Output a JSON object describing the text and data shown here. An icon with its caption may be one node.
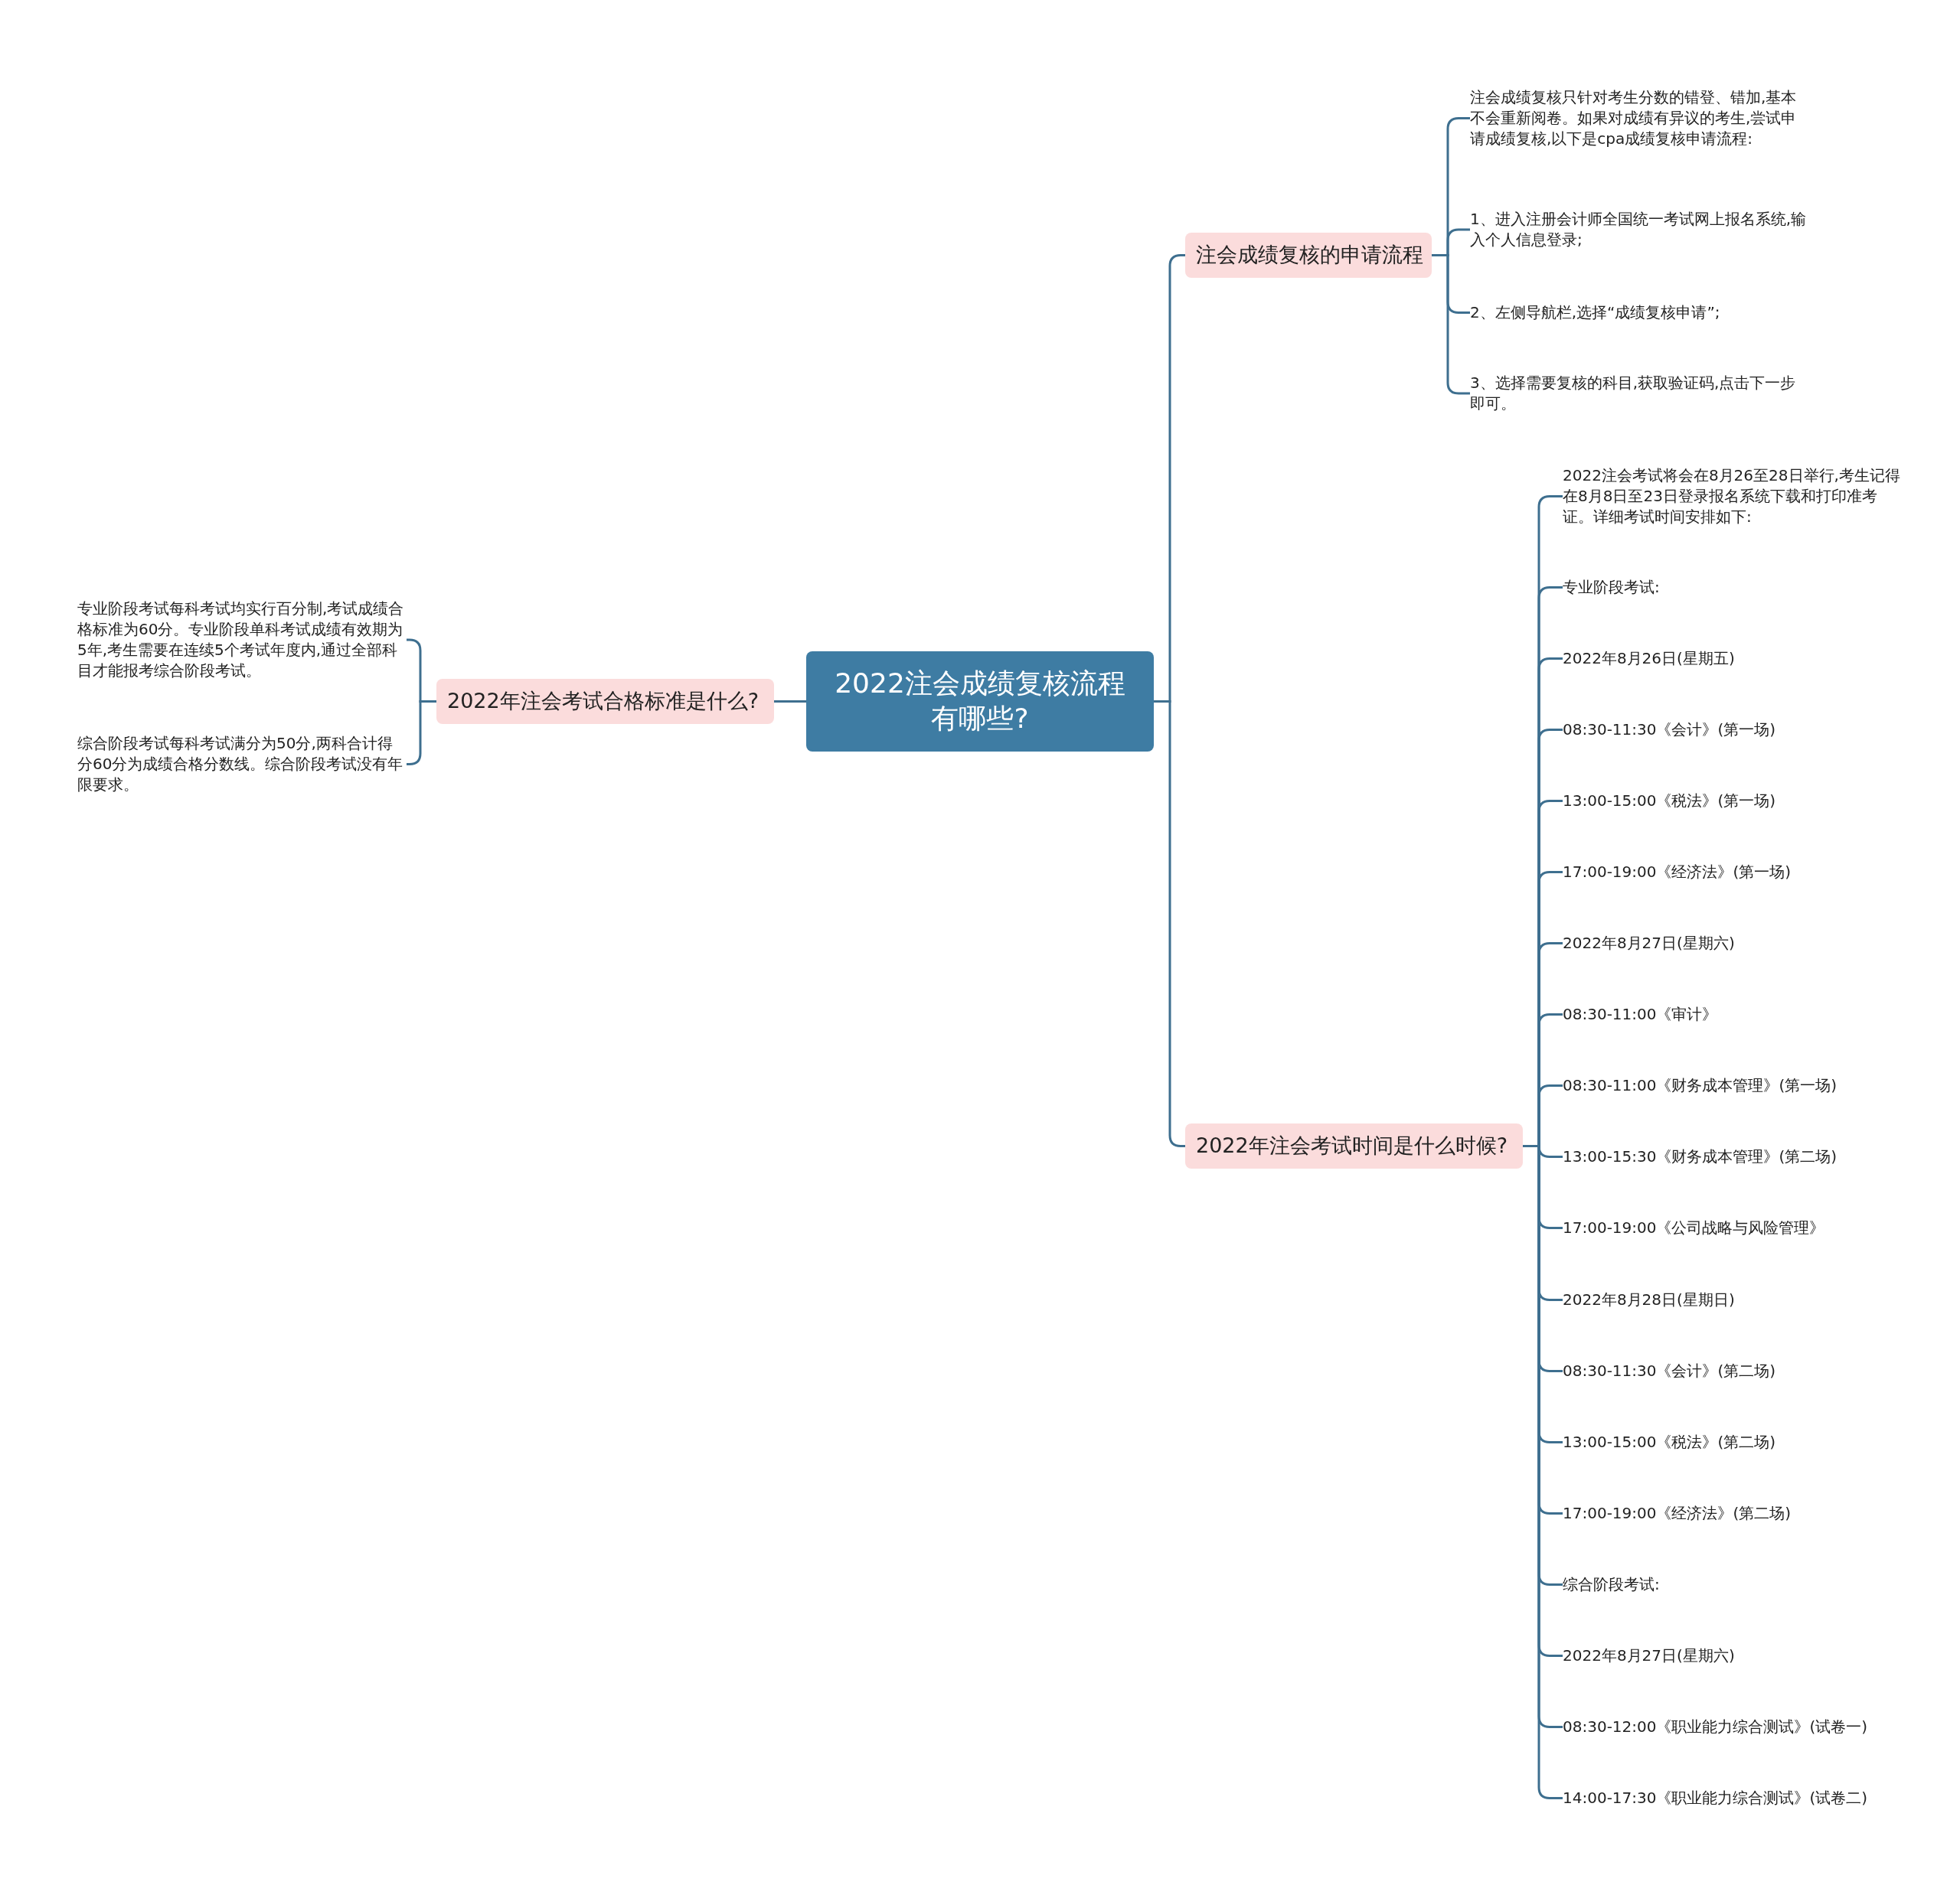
{
  "diagram": {
    "nodes": [
      {
        "text": [
          "2022注会成绩复核流程有哪些?"
        ]
      },
      {
        "text": [
          "2022年注会考试合格标准是什么?"
        ]
      },
      {
        "text": [
          "专业阶段考试每科考试均实行百分制,考试成绩合格标准为60分。专业阶段单科考试成绩有效期为5年,考生需要在连续5个考试年度内,通过全部科目才能报考综合阶段考试。"
        ]
      },
      {
        "text": [
          "综合阶段考试每科考试满分为50分,两科合计得分60分为成绩合格分数线。综合阶段考试没有年限要求。"
        ]
      },
      {
        "text": [
          "注会成绩复核的申请流程"
        ]
      },
      {
        "text": [
          "注会成绩复核只针对考生分数的错登、错加,基本不会重新阅卷。如果对成绩有异议的考生,尝试申请成绩复核,以下是cpa成绩复核申请流程:"
        ]
      },
      {
        "text": [
          "1、进入注册会计师全国统一考试网上报名系统,输入个人信息登录;"
        ]
      },
      {
        "text": [
          "2、左侧导航栏,选择“成绩复核申请”;"
        ]
      },
      {
        "text": [
          "3、选择需要复核的科目,获取验证码,点击下一步即可。"
        ]
      },
      {
        "text": [
          "2022年注会考试时间是什么时候?"
        ]
      },
      {
        "text": [
          "2022注会考试将会在8月26至28日举行,考生记得在8月8日至23日登录报名系统下载和打印准考证。详细考试时间安排如下:"
        ]
      },
      {
        "text": [
          "专业阶段考试:"
        ]
      },
      {
        "text": [
          "2022年8月26日(星期五)"
        ]
      },
      {
        "text": [
          "08:30-11:30《会计》(第一场)"
        ]
      },
      {
        "text": [
          "13:00-15:00《税法》(第一场)"
        ]
      },
      {
        "text": [
          "17:00-19:00《经济法》(第一场)"
        ]
      },
      {
        "text": [
          "2022年8月27日(星期六)"
        ]
      },
      {
        "text": [
          "08:30-11:00《审计》"
        ]
      },
      {
        "text": [
          "08:30-11:00《财务成本管理》(第一场)"
        ]
      },
      {
        "text": [
          "13:00-15:30《财务成本管理》(第二场)"
        ]
      },
      {
        "text": [
          "17:00-19:00《公司战略与风险管理》"
        ]
      },
      {
        "text": [
          "2022年8月28日(星期日)"
        ]
      },
      {
        "text": [
          "08:30-11:30《会计》(第二场)"
        ]
      },
      {
        "text": [
          "13:00-15:00《税法》(第二场)"
        ]
      },
      {
        "text": [
          "17:00-19:00《经济法》(第二场)"
        ]
      },
      {
        "text": [
          "综合阶段考试:"
        ]
      },
      {
        "text": [
          "2022年8月27日(星期六)"
        ]
      },
      {
        "text": [
          "08:30-12:00《职业能力综合测试》(试卷一)"
        ]
      },
      {
        "text": [
          "14:00-17:30《职业能力综合测试》(试卷二)"
        ]
      }
    ],
    "edges": [
      {
        "from": 0,
        "to": 1,
        "arrow": "none"
      },
      {
        "from": 1,
        "to": 2,
        "arrow": "none"
      },
      {
        "from": 1,
        "to": 3,
        "arrow": "none"
      },
      {
        "from": 0,
        "to": 4,
        "arrow": "none"
      },
      {
        "from": 4,
        "to": 5,
        "arrow": "none"
      },
      {
        "from": 4,
        "to": 6,
        "arrow": "none"
      },
      {
        "from": 4,
        "to": 7,
        "arrow": "none"
      },
      {
        "from": 4,
        "to": 8,
        "arrow": "none"
      },
      {
        "from": 0,
        "to": 9,
        "arrow": "none"
      },
      {
        "from": 9,
        "to": 10,
        "arrow": "none"
      },
      {
        "from": 9,
        "to": 11,
        "arrow": "none"
      },
      {
        "from": 9,
        "to": 12,
        "arrow": "none"
      },
      {
        "from": 9,
        "to": 13,
        "arrow": "none"
      },
      {
        "from": 9,
        "to": 14,
        "arrow": "none"
      },
      {
        "from": 9,
        "to": 15,
        "arrow": "none"
      },
      {
        "from": 9,
        "to": 16,
        "arrow": "none"
      },
      {
        "from": 9,
        "to": 17,
        "arrow": "none"
      },
      {
        "from": 9,
        "to": 18,
        "arrow": "none"
      },
      {
        "from": 9,
        "to": 19,
        "arrow": "none"
      },
      {
        "from": 9,
        "to": 20,
        "arrow": "none"
      },
      {
        "from": 9,
        "to": 21,
        "arrow": "none"
      },
      {
        "from": 9,
        "to": 22,
        "arrow": "none"
      },
      {
        "from": 9,
        "to": 23,
        "arrow": "none"
      },
      {
        "from": 9,
        "to": 24,
        "arrow": "none"
      },
      {
        "from": 9,
        "to": 25,
        "arrow": "none"
      },
      {
        "from": 9,
        "to": 26,
        "arrow": "none"
      },
      {
        "from": 9,
        "to": 27,
        "arrow": "none"
      },
      {
        "from": 9,
        "to": 28,
        "arrow": "none"
      }
    ]
  }
}
